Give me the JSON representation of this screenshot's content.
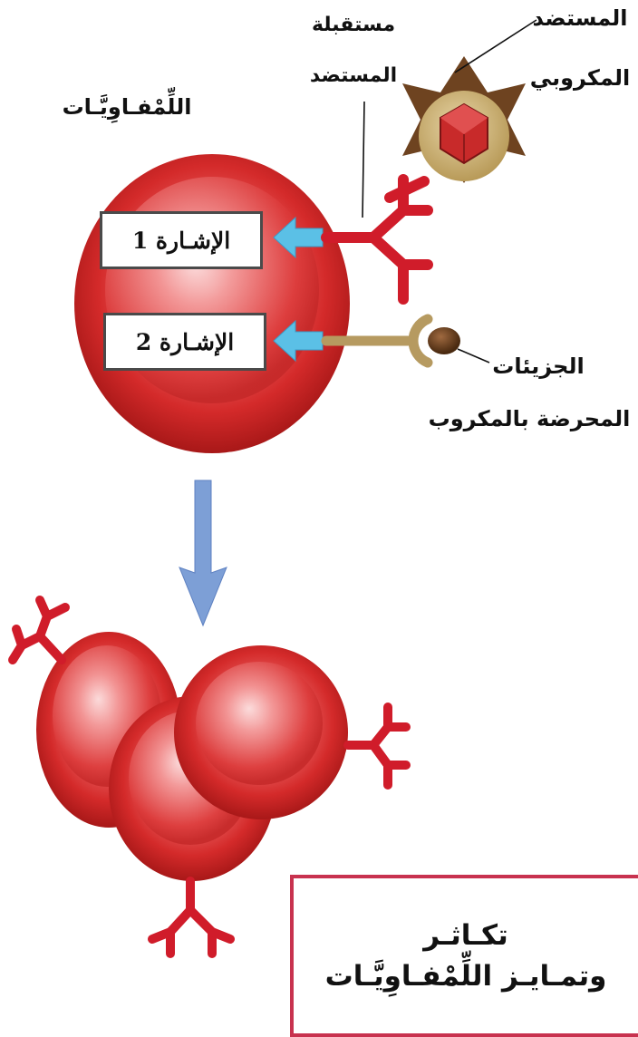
{
  "labels": {
    "lymphocytes": "اللِّمْفـاوِيَّـات",
    "receptor_line1": "مستقبلة",
    "receptor_line2": "المستضد",
    "antigen_line1": "المستضد",
    "antigen_line2": "المكروبي",
    "molecules_line1": "الجزيئات",
    "molecules_line2": "المحرضة بالمكروب"
  },
  "signals": {
    "signal1": "الإشـارة 1",
    "signal2": "الإشـارة 2"
  },
  "result": {
    "line1": "تكـاثـر",
    "line2": "وتمـايـز اللِّمْفـاوِيَّـات"
  },
  "colors": {
    "cell_red": "#d42a2a",
    "receptor_red": "#d01c2a",
    "signal_arrow": "#5bc0e6",
    "down_arrow": "#7d9fd6",
    "antigen_brown": "#6e4320",
    "costim_tan": "#b69a60",
    "result_border": "#c8324f"
  }
}
